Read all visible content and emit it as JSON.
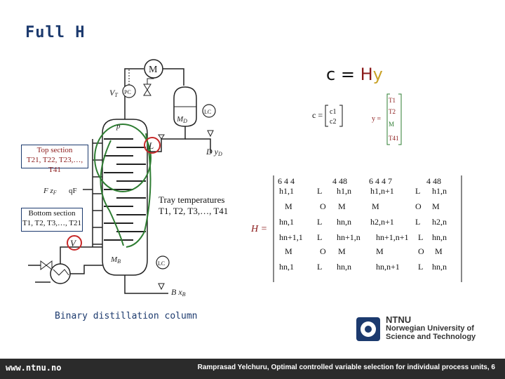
{
  "title": "Full H",
  "equation": {
    "lhs": "c = ",
    "h": "H",
    "y": "y"
  },
  "column": {
    "labels": {
      "VT": "V",
      "VT_sub": "T",
      "PC": "PC",
      "MD": "M",
      "MD_sub": "D",
      "LC_top": "LC",
      "LC_bot": "LC",
      "p": "p",
      "L": "L",
      "DyD": "D y",
      "DyD_sub": "D",
      "F": "F z",
      "F_sub": "F",
      "qF": "qF",
      "V": "V",
      "MB": "M",
      "MB_sub": "B",
      "Bxb": "B x",
      "Bxb_sub": "B"
    }
  },
  "top_section": {
    "line1": "Top section",
    "line2": "T21, T22, T23,…, T41"
  },
  "bottom_section": {
    "line1": "Bottom section",
    "line2": "T1, T2, T3,…, T21"
  },
  "tray_temps": {
    "line1": "Tray temperatures",
    "line2": "T1, T2, T3,…, T41"
  },
  "caption": "Binary distillation column",
  "ntnu": {
    "line1": "NTNU",
    "line2": "Norwegian University of",
    "line3": "Science and Technology"
  },
  "footer": {
    "url": "www.ntnu.no",
    "cite": "Ramprasad Yelchuru, Optimal controlled variable selection for individual process units, 6"
  }
}
